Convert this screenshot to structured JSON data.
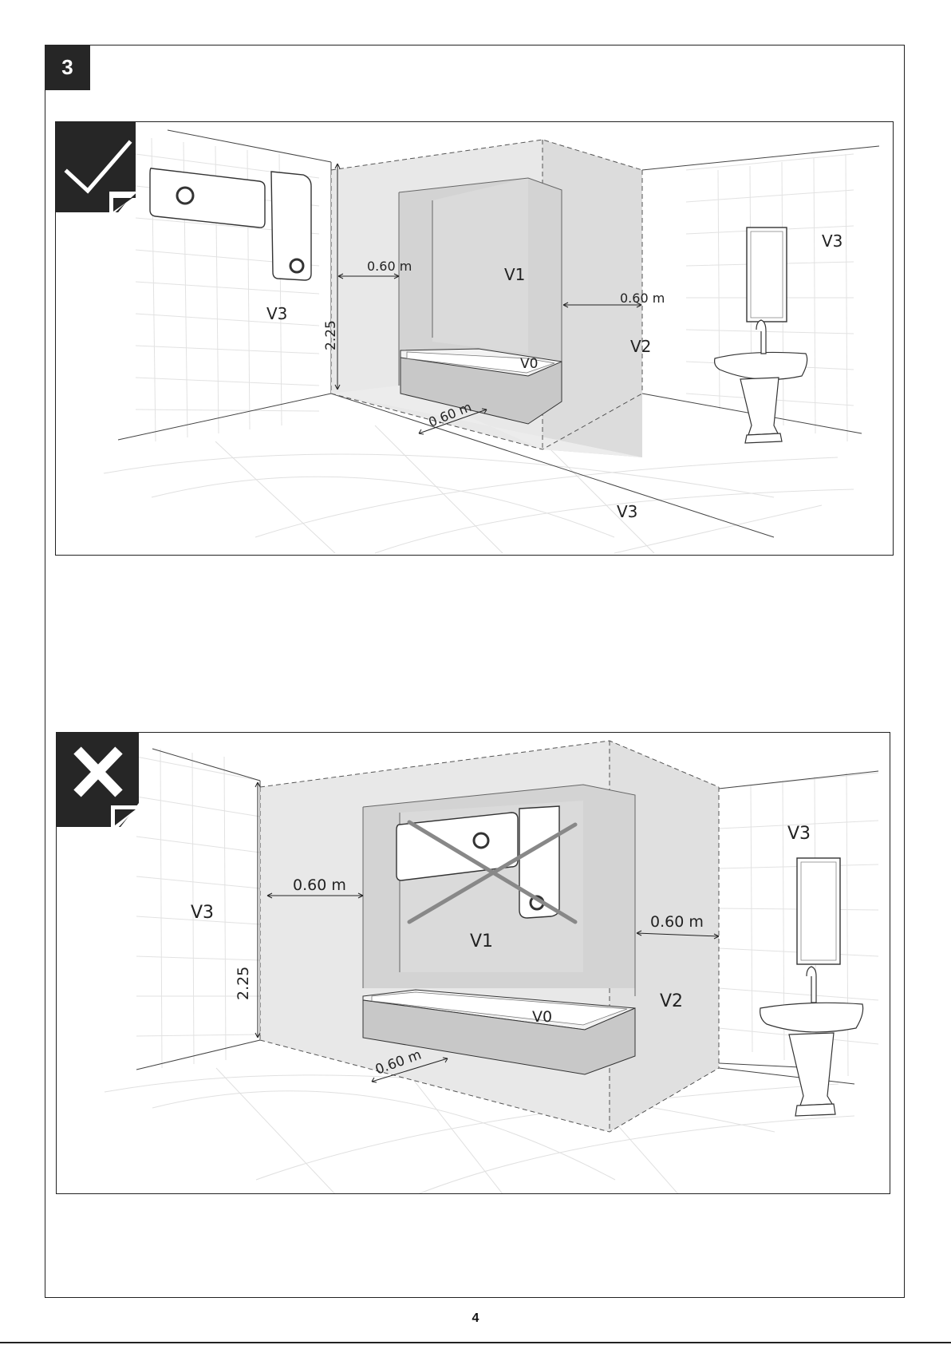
{
  "step": {
    "number": "3"
  },
  "page": {
    "number": "4"
  },
  "zones": {
    "v0": "V0",
    "v1": "V1",
    "v2": "V2",
    "v3": "V3"
  },
  "dims": {
    "distance": "0.60 m",
    "height": "2.25"
  },
  "badges": {
    "correct": "check-icon",
    "incorrect": "cross-icon"
  },
  "colors": {
    "badge_bg": "#262626",
    "zone_fill": "#e4e4e4",
    "inner_fill": "#d2d2d2",
    "forbidden_cross": "#888888"
  }
}
